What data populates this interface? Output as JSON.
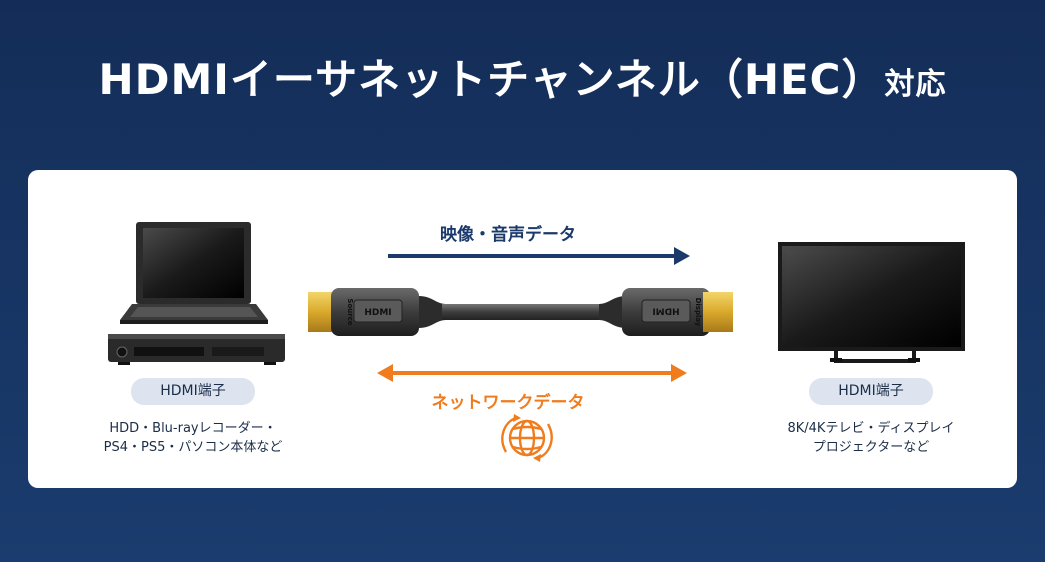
{
  "title": {
    "main": "HDMIイーサネットチャンネル（HEC）",
    "suffix": "対応"
  },
  "arrows": {
    "av_label": "映像・音声データ",
    "network_label": "ネットワークデータ"
  },
  "connector_labels": {
    "left_source": "Source",
    "left_logo": "HDMI",
    "right_display": "Display",
    "right_logo": "HDMI"
  },
  "left_device": {
    "badge": "HDMI端子",
    "description_line1": "HDD・Blu-rayレコーダー・",
    "description_line2": "PS4・PS5・パソコン本体など"
  },
  "right_device": {
    "badge": "HDMI端子",
    "description_line1": "8K/4Kテレビ・ディスプレイ",
    "description_line2": "プロジェクターなど"
  },
  "colors": {
    "background": "#17366a",
    "av_arrow": "#1b3a6b",
    "network_arrow": "#f07c1e",
    "badge_bg": "#dde4ef"
  },
  "icons": [
    "laptop-icon",
    "blu-ray-recorder-icon",
    "tv-icon",
    "globe-network-icon",
    "hdmi-cable-icon"
  ]
}
